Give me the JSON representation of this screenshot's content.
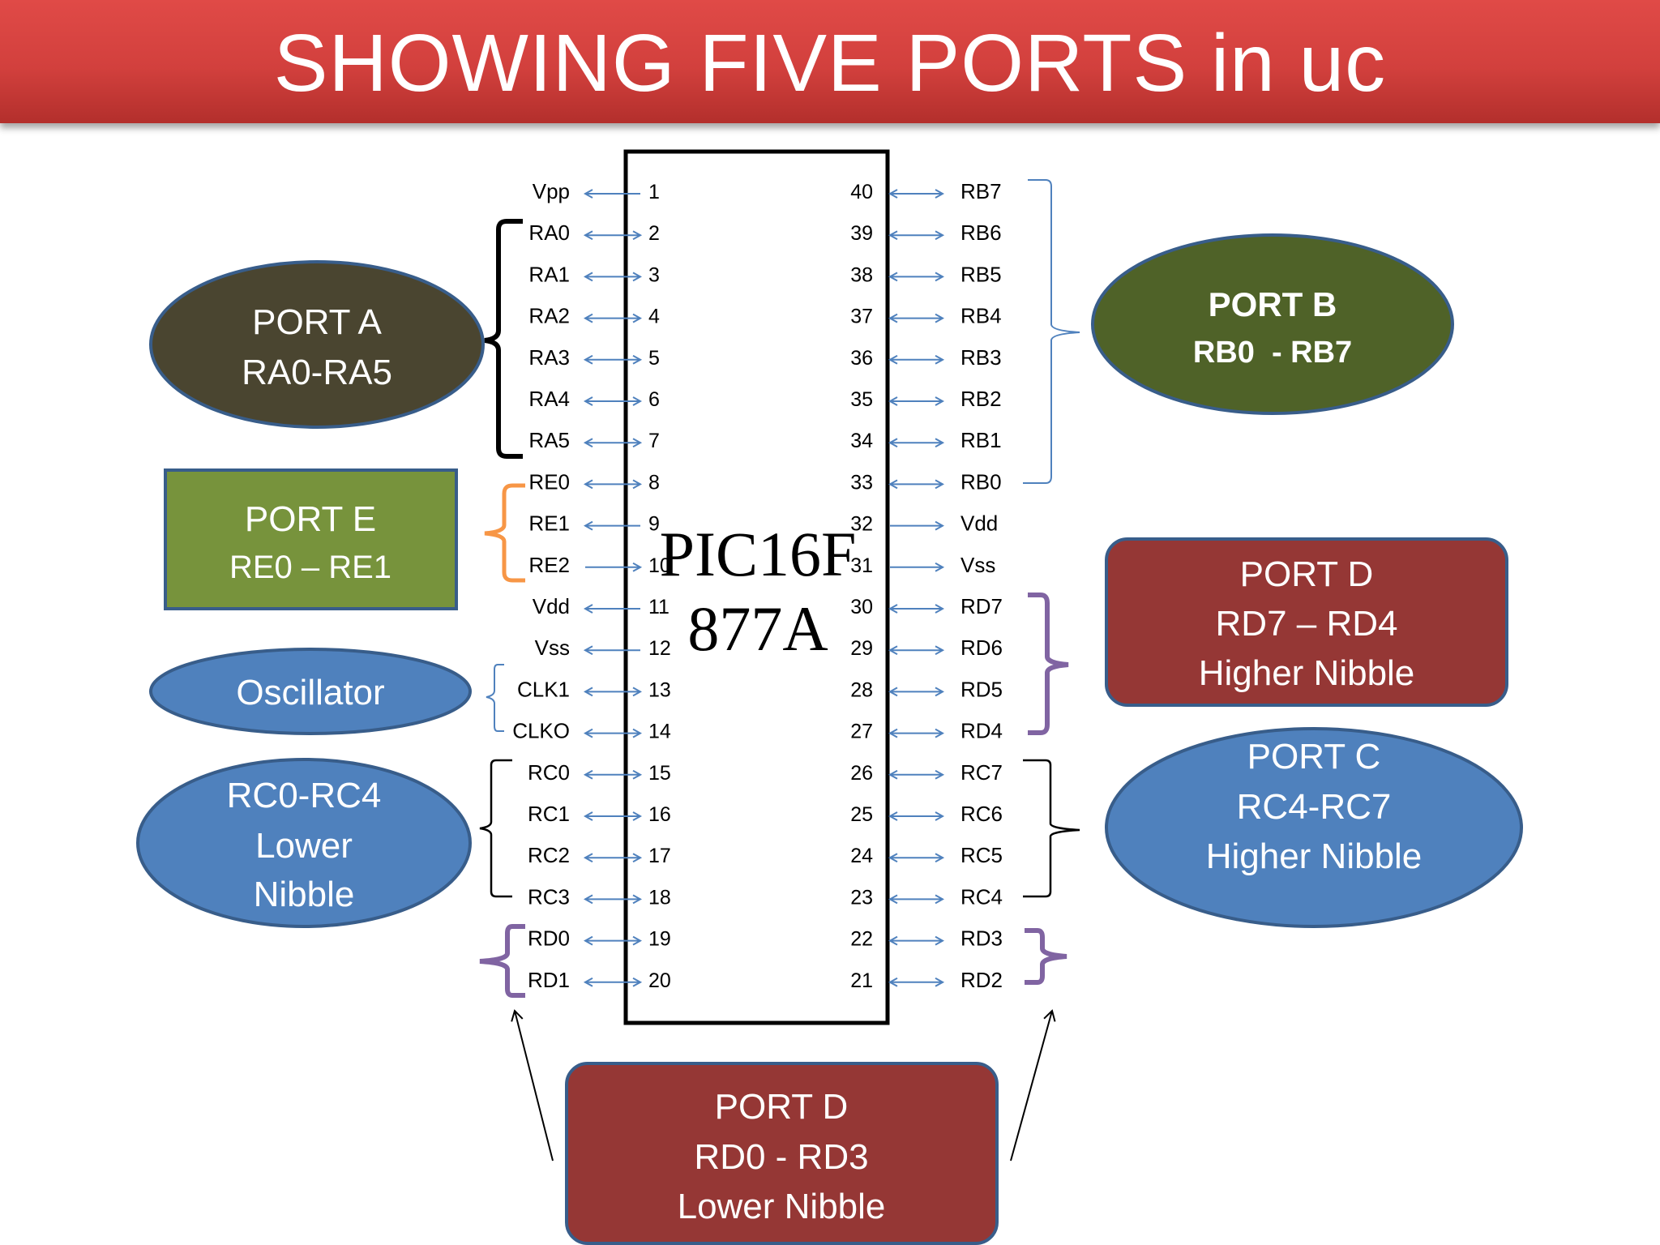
{
  "title": "SHOWING FIVE PORTS in uc",
  "chip": {
    "line1": "PIC16F",
    "line2": "877A"
  },
  "left_pins": [
    {
      "num": "1",
      "label": "Vpp",
      "dir": "out"
    },
    {
      "num": "2",
      "label": "RA0",
      "dir": "both"
    },
    {
      "num": "3",
      "label": "RA1",
      "dir": "both"
    },
    {
      "num": "4",
      "label": "RA2",
      "dir": "both"
    },
    {
      "num": "5",
      "label": "RA3",
      "dir": "both"
    },
    {
      "num": "6",
      "label": "RA4",
      "dir": "both"
    },
    {
      "num": "7",
      "label": "RA5",
      "dir": "both"
    },
    {
      "num": "8",
      "label": "RE0",
      "dir": "both"
    },
    {
      "num": "9",
      "label": "RE1",
      "dir": "out"
    },
    {
      "num": "10",
      "label": "RE2",
      "dir": "in"
    },
    {
      "num": "11",
      "label": "Vdd",
      "dir": "out"
    },
    {
      "num": "12",
      "label": "Vss",
      "dir": "out"
    },
    {
      "num": "13",
      "label": "CLK1",
      "dir": "both"
    },
    {
      "num": "14",
      "label": "CLKO",
      "dir": "both"
    },
    {
      "num": "15",
      "label": "RC0",
      "dir": "both"
    },
    {
      "num": "16",
      "label": "RC1",
      "dir": "both"
    },
    {
      "num": "17",
      "label": "RC2",
      "dir": "both"
    },
    {
      "num": "18",
      "label": "RC3",
      "dir": "both"
    },
    {
      "num": "19",
      "label": "RD0",
      "dir": "both"
    },
    {
      "num": "20",
      "label": "RD1",
      "dir": "both"
    }
  ],
  "right_pins": [
    {
      "num": "40",
      "label": "RB7",
      "dir": "both"
    },
    {
      "num": "39",
      "label": "RB6",
      "dir": "both"
    },
    {
      "num": "38",
      "label": "RB5",
      "dir": "both"
    },
    {
      "num": "37",
      "label": "RB4",
      "dir": "both"
    },
    {
      "num": "36",
      "label": "RB3",
      "dir": "both"
    },
    {
      "num": "35",
      "label": "RB2",
      "dir": "both"
    },
    {
      "num": "34",
      "label": "RB1",
      "dir": "both"
    },
    {
      "num": "33",
      "label": "RB0",
      "dir": "both"
    },
    {
      "num": "32",
      "label": "Vdd",
      "dir": "out"
    },
    {
      "num": "31",
      "label": "Vss",
      "dir": "out"
    },
    {
      "num": "30",
      "label": "RD7",
      "dir": "both"
    },
    {
      "num": "29",
      "label": "RD6",
      "dir": "both"
    },
    {
      "num": "28",
      "label": "RD5",
      "dir": "both"
    },
    {
      "num": "27",
      "label": "RD4",
      "dir": "both"
    },
    {
      "num": "26",
      "label": "RC7",
      "dir": "both"
    },
    {
      "num": "25",
      "label": "RC6",
      "dir": "both"
    },
    {
      "num": "24",
      "label": "RC5",
      "dir": "both"
    },
    {
      "num": "23",
      "label": "RC4",
      "dir": "both"
    },
    {
      "num": "22",
      "label": "RD3",
      "dir": "both"
    },
    {
      "num": "21",
      "label": "RD2",
      "dir": "both"
    }
  ],
  "callouts": {
    "port_a": {
      "line1": "PORT A",
      "line2": "RA0-RA5"
    },
    "port_b": {
      "line1": "PORT B",
      "line2": "RB0  - RB7"
    },
    "port_e": {
      "line1": "PORT E",
      "line2": "RE0 – RE1"
    },
    "port_d_high": {
      "line1": "PORT D",
      "line2": "RD7 – RD4",
      "line3": "Higher Nibble"
    },
    "oscillator": {
      "line1": "Oscillator"
    },
    "port_c_low": {
      "line1": "RC0-RC4",
      "line2": "Lower",
      "line3": "Nibble"
    },
    "port_c_high": {
      "line1": "PORT C",
      "line2": "RC4-RC7",
      "line3": "Higher Nibble"
    },
    "port_d_low": {
      "line1": "PORT D",
      "line2": "RD0 - RD3",
      "line3": "Lower Nibble"
    }
  },
  "colors": {
    "title_bar": "#d2403d",
    "port_a": "#4a4530",
    "port_b": "#4f6228",
    "port_e": "#77933c",
    "port_d": "#953735",
    "blue_shape": "#4f81bd",
    "shape_border": "#385d8a",
    "arrow": "#4f81bd",
    "bracket_port_e": "#f79646",
    "bracket_port_d": "#8064a2",
    "bracket_blue": "#4f81bd"
  }
}
